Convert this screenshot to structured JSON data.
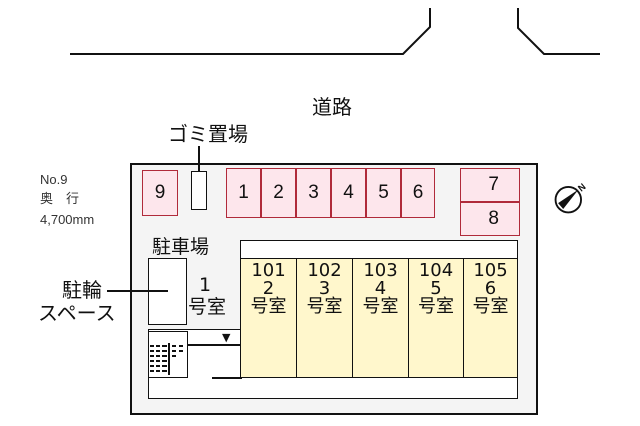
{
  "road": {
    "label": "道路"
  },
  "garbage": {
    "label": "ゴミ置場"
  },
  "lot_info": {
    "number": "No.9",
    "depth_label": "奥　行",
    "depth_value": "4,700mm"
  },
  "parking_label": "駐車場",
  "bicycle_label": [
    "駐輪",
    "スペース"
  ],
  "parking_stalls": {
    "left": [
      "9"
    ],
    "top_row": [
      "1",
      "2",
      "3",
      "4",
      "5",
      "6"
    ],
    "right_column": [
      "7",
      "8"
    ]
  },
  "units": [
    {
      "room": "1",
      "suffix": "号室"
    },
    {
      "room": "101",
      "sub": "2",
      "suffix": "号室"
    },
    {
      "room": "102",
      "sub": "3",
      "suffix": "号室"
    },
    {
      "room": "103",
      "sub": "4",
      "suffix": "号室"
    },
    {
      "room": "104",
      "sub": "5",
      "suffix": "号室"
    },
    {
      "room": "105",
      "sub": "6",
      "suffix": "号室"
    }
  ],
  "entrance_marker": "▼",
  "compass": {
    "label": "N"
  },
  "colors": {
    "stall_fill": "#fde6ec",
    "stall_border": "#b02a3a",
    "unit_fill": "#fff7cc",
    "site_fill": "#f4f4f4",
    "line": "#111111"
  }
}
